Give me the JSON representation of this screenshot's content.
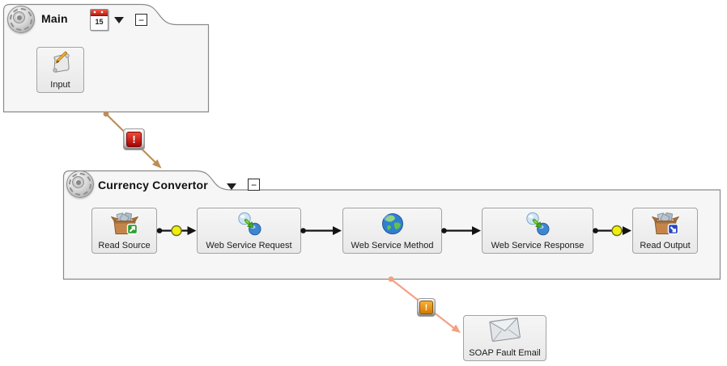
{
  "containers": [
    {
      "title": "Main",
      "schedule_day": "15",
      "collapse_glyph": "−",
      "nodes": [
        {
          "label": "Input",
          "icon": "scroll-pen-icon"
        }
      ]
    },
    {
      "title": "Currency Convertor",
      "collapse_glyph": "−",
      "nodes": [
        {
          "label": "Read Source",
          "icon": "open-box-export-icon"
        },
        {
          "label": "Web Service Request",
          "icon": "spheres-transfer-icon"
        },
        {
          "label": "Web Service Method",
          "icon": "globe-icon"
        },
        {
          "label": "Web Service Response",
          "icon": "spheres-transfer-icon"
        },
        {
          "label": "Read Output",
          "icon": "open-box-import-icon"
        }
      ]
    }
  ],
  "floating_nodes": [
    {
      "label": "SOAP Fault Email",
      "icon": "envelope-icon"
    }
  ],
  "badges": {
    "error_glyph": "!",
    "warning_glyph": "!"
  },
  "colors": {
    "container_fill": "#f6f6f6",
    "container_border": "#8a8a8a",
    "node_fill": "#ededed",
    "node_border": "#a3a3a3",
    "flow_line": "#141414",
    "checkpoint_yellow": "#efef0a",
    "schedule_arrow": "#bd8e55",
    "fault_arrow": "#f3a183",
    "error_red": "#c81414",
    "warning_orange": "#e8940f"
  }
}
